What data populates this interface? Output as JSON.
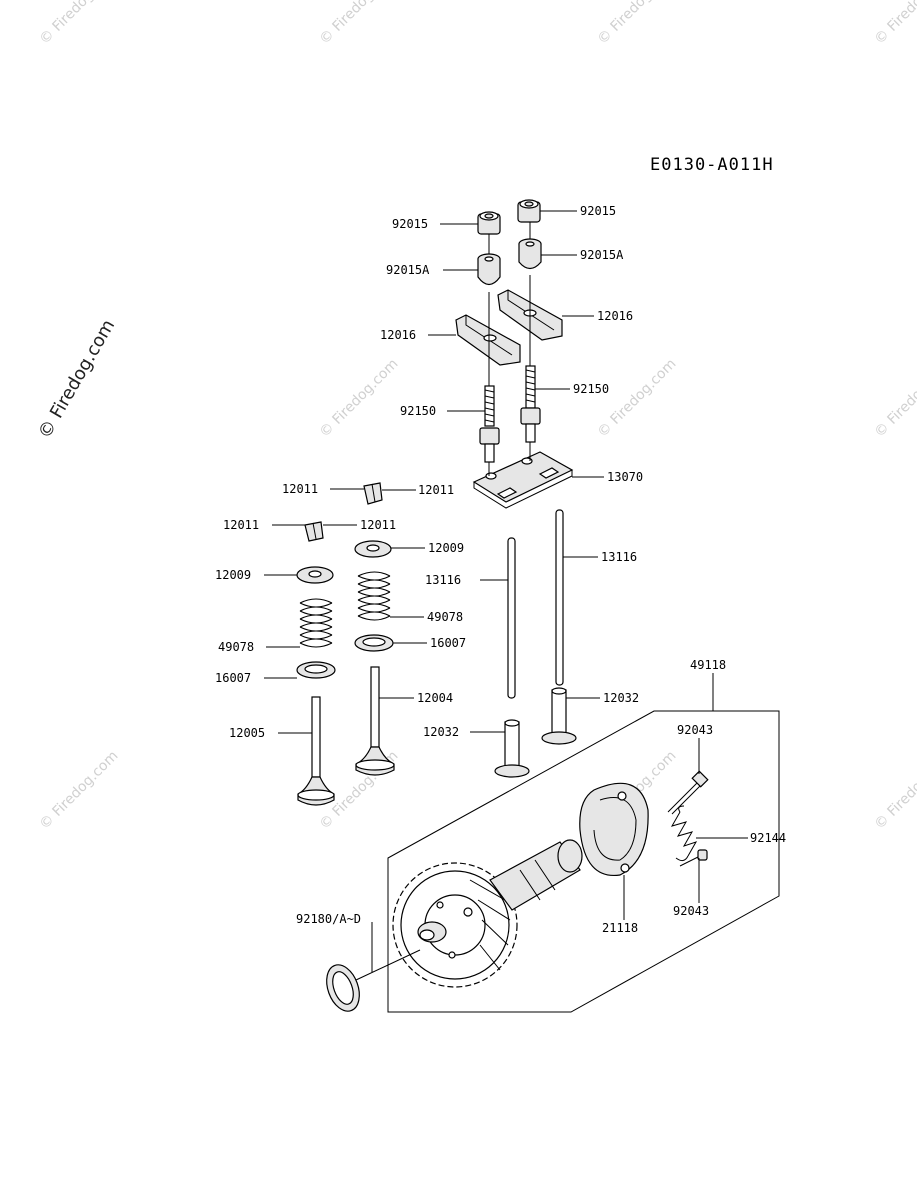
{
  "diagram_code": "E0130-A011H",
  "watermark_text": "© Firedog.com",
  "labels": {
    "p92015_a": "92015",
    "p92015_b": "92015",
    "p92015A_a": "92015A",
    "p92015A_b": "92015A",
    "p12016_a": "12016",
    "p12016_b": "12016",
    "p92150_a": "92150",
    "p92150_b": "92150",
    "p13070": "13070",
    "p12011_a1": "12011",
    "p12011_a2": "12011",
    "p12011_b1": "12011",
    "p12011_b2": "12011",
    "p12009_a": "12009",
    "p12009_b": "12009",
    "p13116_a": "13116",
    "p13116_b": "13116",
    "p49078_a": "49078",
    "p49078_b": "49078",
    "p16007_a": "16007",
    "p16007_b": "16007",
    "p12004": "12004",
    "p12005": "12005",
    "p12032_a": "12032",
    "p12032_b": "12032",
    "p49118": "49118",
    "p92043_a": "92043",
    "p92043_b": "92043",
    "p92144": "92144",
    "p21118": "21118",
    "p92180": "92180/A~D"
  }
}
